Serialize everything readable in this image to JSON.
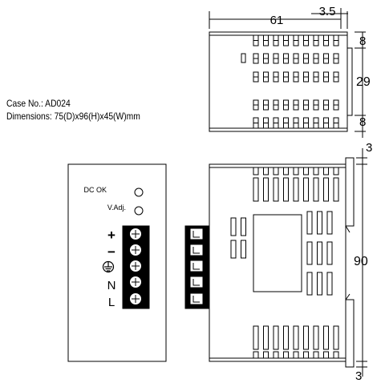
{
  "case_info": {
    "case_no": "Case No.: AD024",
    "dimensions": "Dimensions: 75(D)x96(H)x45(W)mm"
  },
  "front_panel": {
    "dc_ok_label": "DC OK",
    "v_adj_label": "V.Adj.",
    "terminal_labels": [
      "+",
      "−",
      "N",
      "L"
    ],
    "ground_symbol": "earth-ground"
  },
  "dimension_labels": {
    "depth": "61",
    "offset_top": "3.5",
    "top_gap": "8",
    "middle_height": "29",
    "bottom_gap": "8",
    "rail_gap_top": "3",
    "side_height": "90",
    "rail_gap_bottom": "3"
  }
}
